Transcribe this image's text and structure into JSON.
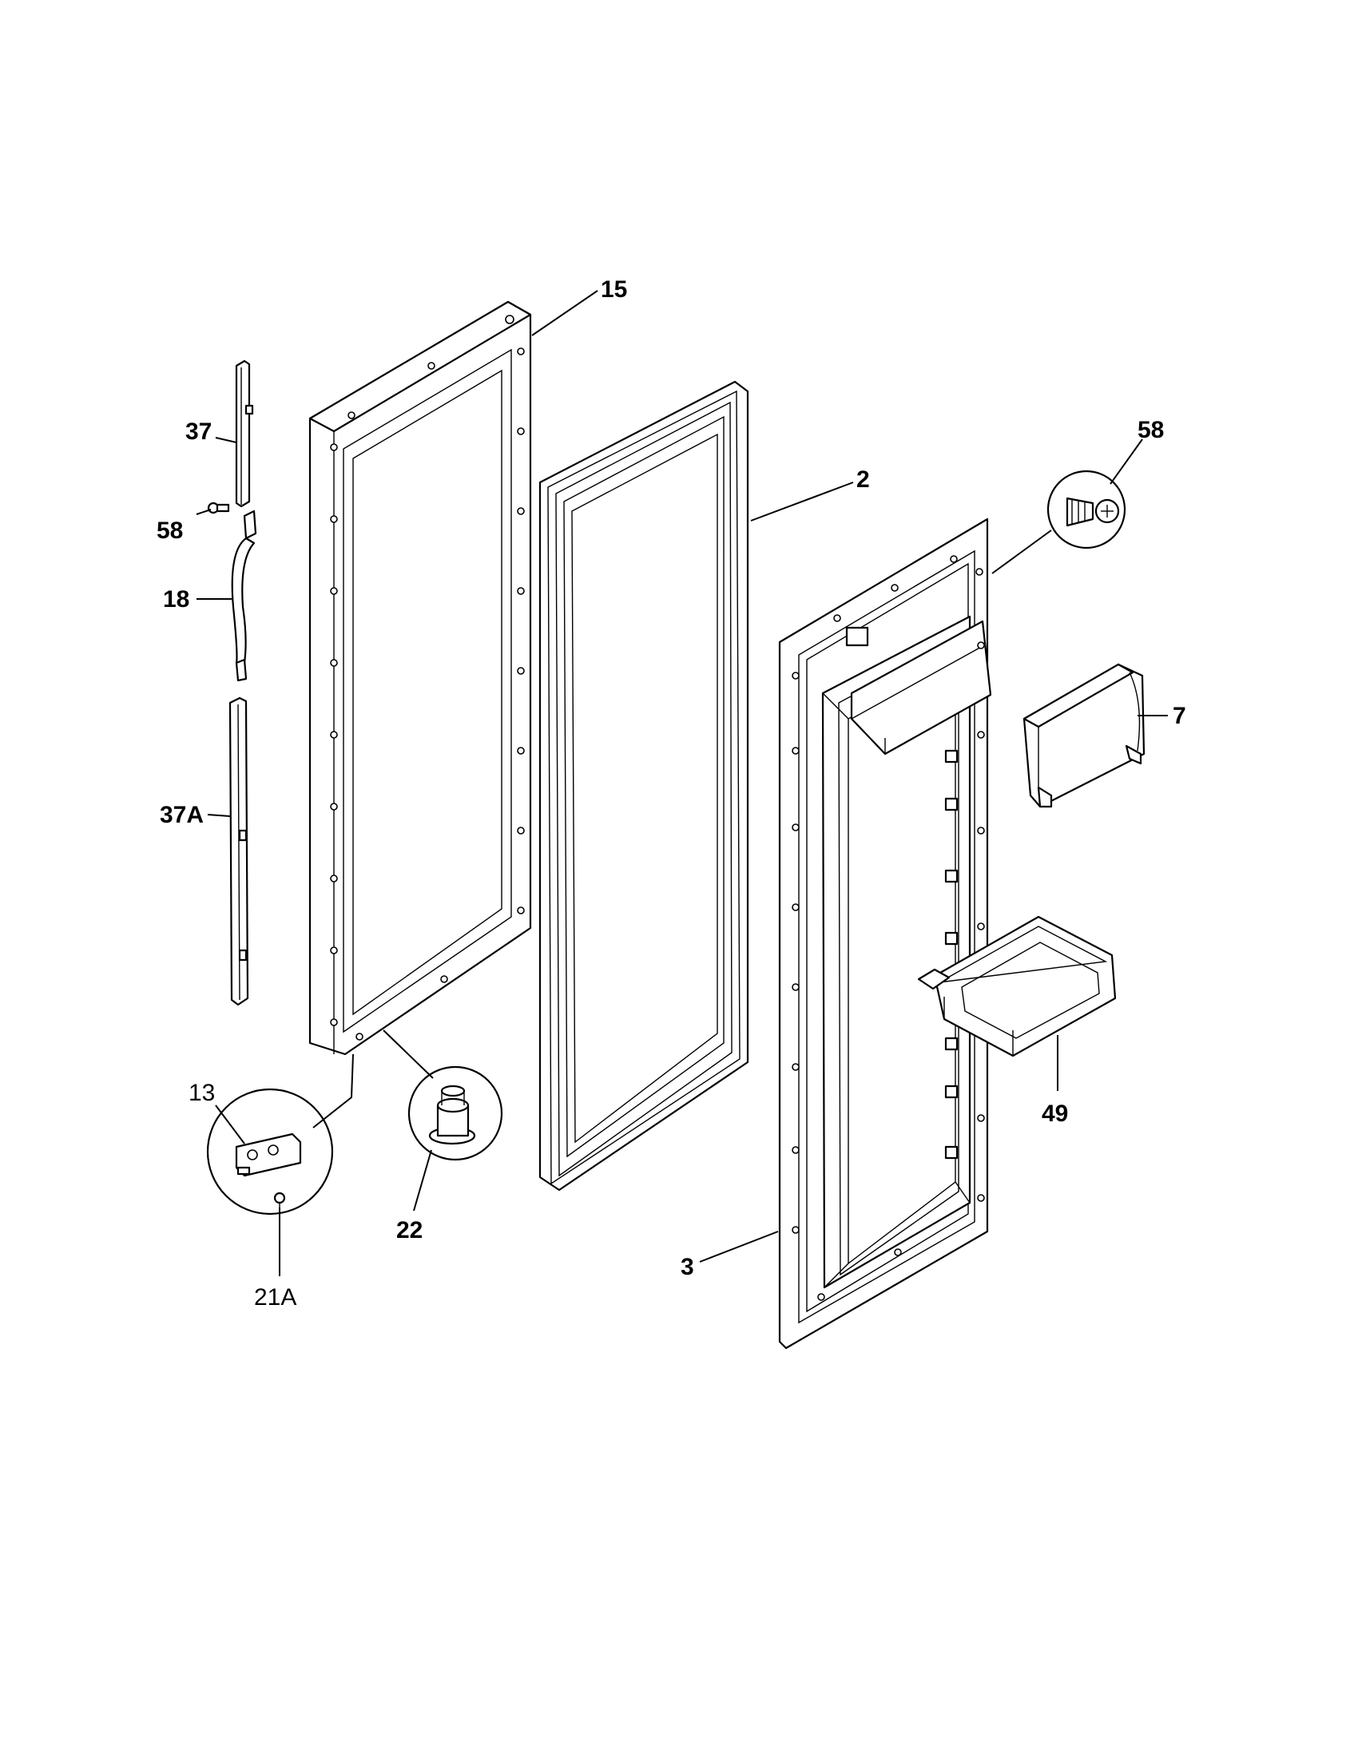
{
  "callouts": [
    {
      "id": "c15",
      "text": "15"
    },
    {
      "id": "c2",
      "text": "2"
    },
    {
      "id": "c58a",
      "text": "58"
    },
    {
      "id": "c37",
      "text": "37"
    },
    {
      "id": "c58b",
      "text": "58"
    },
    {
      "id": "c18",
      "text": "18"
    },
    {
      "id": "c7",
      "text": "7"
    },
    {
      "id": "c37a",
      "text": "37A"
    },
    {
      "id": "c13",
      "text": "13"
    },
    {
      "id": "c22",
      "text": "22"
    },
    {
      "id": "c49",
      "text": "49"
    },
    {
      "id": "c3",
      "text": "3"
    },
    {
      "id": "c21a",
      "text": "21A"
    }
  ]
}
